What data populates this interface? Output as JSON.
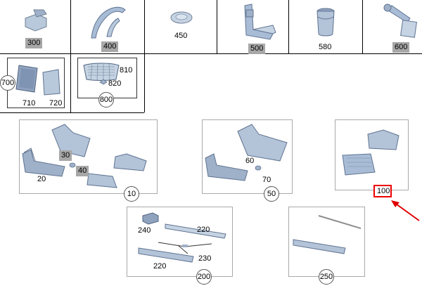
{
  "catalog": {
    "top_row": [
      {
        "label": "300",
        "highlight": "grey"
      },
      {
        "label": "400",
        "highlight": "grey"
      },
      {
        "label": "450",
        "highlight": "none"
      },
      {
        "label": "500",
        "highlight": "grey"
      },
      {
        "label": "580",
        "highlight": "none"
      },
      {
        "label": "600",
        "highlight": "grey"
      }
    ],
    "second_row": [
      {
        "group": "700",
        "parts": [
          "710",
          "720"
        ]
      },
      {
        "group": "800",
        "parts": [
          "810",
          "820"
        ]
      }
    ],
    "mats": [
      {
        "group": "10",
        "parts": [
          "30",
          "20",
          "40"
        ],
        "grey_parts": [
          "30",
          "40"
        ]
      },
      {
        "group": "50",
        "parts": [
          "60",
          "70"
        ]
      },
      {
        "group": "100",
        "parts": [],
        "selected": true
      }
    ],
    "bottom": [
      {
        "group": "200",
        "parts": [
          "240",
          "220",
          "230",
          "220"
        ]
      },
      {
        "group": "250",
        "parts": []
      }
    ]
  },
  "colors": {
    "grid_line": "#000000",
    "label_grey": "#a7a7a7",
    "highlight_red": "#e00000",
    "part_fill": "#b9c9dc"
  },
  "icons": {
    "arrow": "red-pointer-arrow"
  }
}
